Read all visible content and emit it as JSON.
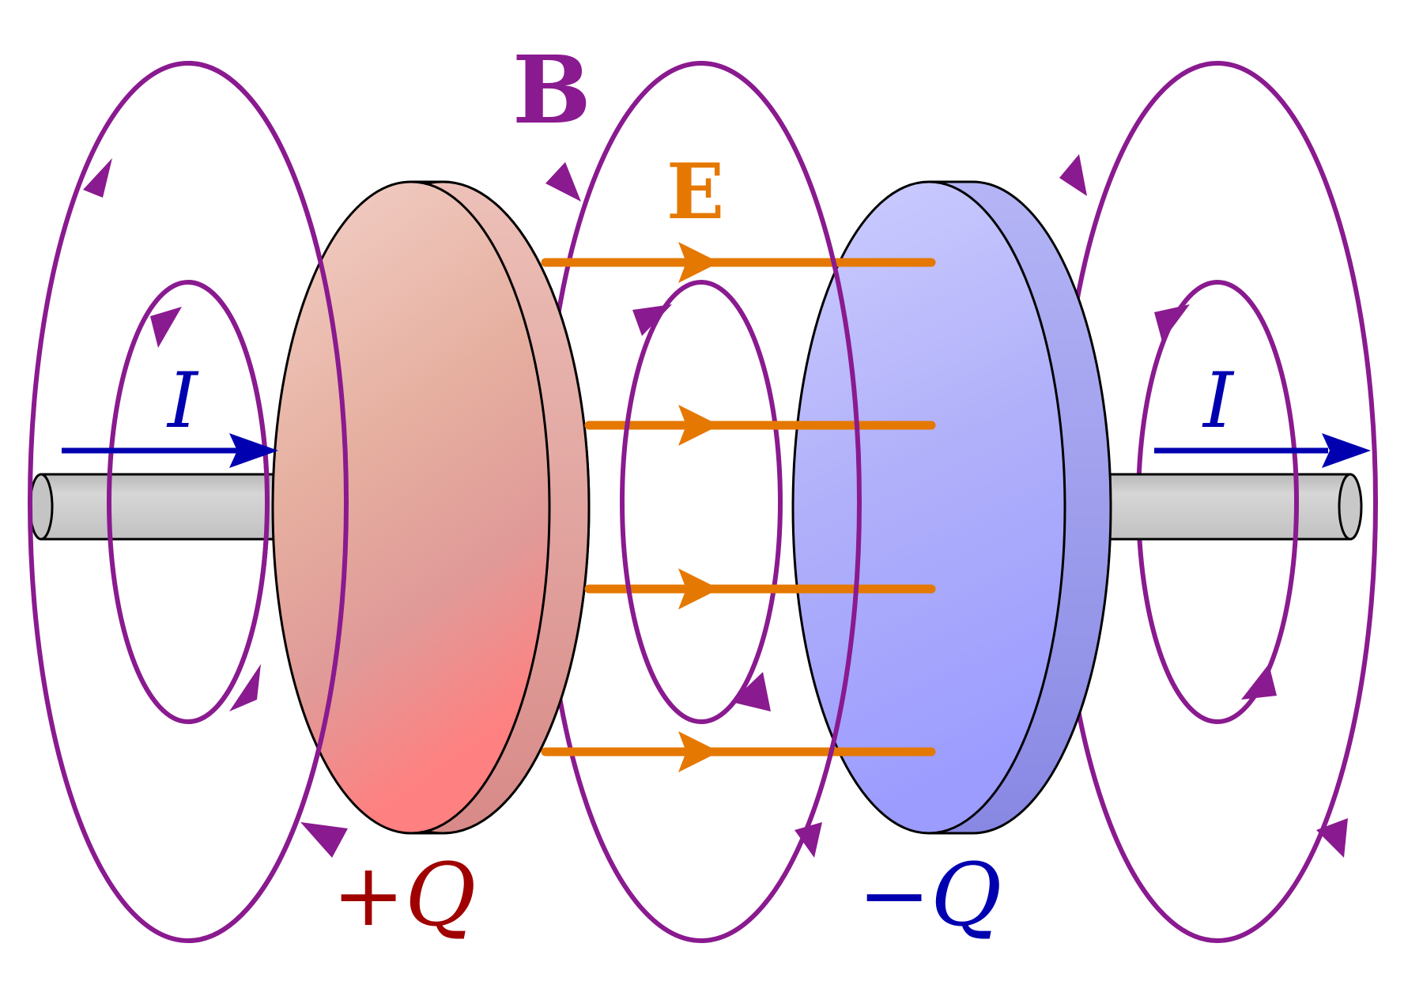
{
  "labels": {
    "magnetic_field": "B",
    "electric_field": "E",
    "current_left": "I",
    "current_right": "I",
    "positive_charge_sign": "+",
    "positive_charge_symbol": "Q",
    "negative_charge_sign": "−",
    "negative_charge_symbol": "Q"
  },
  "colors": {
    "magnetic_field": "#8a1a8f",
    "electric_field": "#e57800",
    "current": "#0000b0",
    "positive_plate": "#f0a0a0",
    "negative_plate": "#a8a8ff",
    "positive_label": "#a00000",
    "negative_label": "#0000b0",
    "wire": "#c8c8c8"
  }
}
